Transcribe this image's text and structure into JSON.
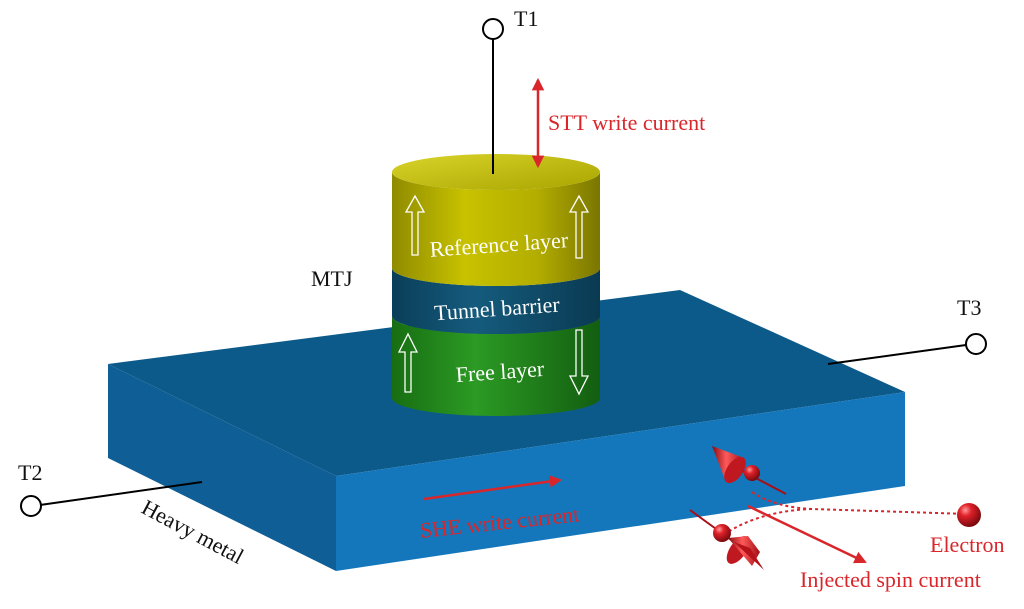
{
  "terminals": {
    "t1": "T1",
    "t2": "T2",
    "t3": "T3"
  },
  "labels": {
    "stt_current": "STT write current",
    "mtj": "MTJ",
    "reference_layer": "Reference layer",
    "tunnel_barrier": "Tunnel barrier",
    "free_layer": "Free layer",
    "heavy_metal": "Heavy metal",
    "she_current": "SHE write current",
    "electron": "Electron",
    "injected_spin_current": "Injected spin current"
  },
  "colors": {
    "slab_top": "#0c5a8a",
    "slab_front": "#1577bb",
    "slab_side": "#0f5f96",
    "reference_layer": "#b9b400",
    "tunnel_barrier": "#0f4f6e",
    "free_layer": "#1f8a1a",
    "annotation_red": "#d9262b",
    "electron_red": "#c8141e"
  }
}
